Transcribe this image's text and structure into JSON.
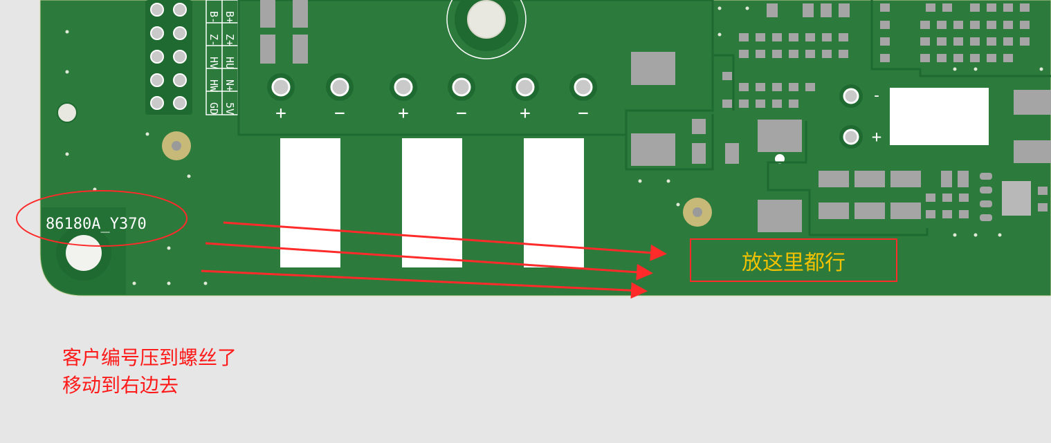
{
  "board": {
    "customer_code": "86180A_Y370",
    "connector_labels": [
      "B+",
      "Z+",
      "HU",
      "N+",
      "5V",
      "B-",
      "Z-",
      "HV",
      "HW",
      "GD"
    ],
    "polarity_marks": [
      "+",
      "−",
      "+",
      "−",
      "+",
      "−"
    ],
    "cap_polarity_minus": "-",
    "cap_polarity_plus": "+",
    "colors": {
      "pcb_green": "#2c7a3c",
      "pcb_border": "#1f6a30",
      "copper_trace": "#25753a",
      "pad_gray": "#a5a5a5",
      "silkscreen": "#ffffff",
      "mounting_pad": "#c7ba78",
      "annotation_red": "#ff2a2a",
      "target_text": "#f2c200"
    }
  },
  "annotation": {
    "target_label": "放这里都行",
    "note_line1": "客户编号压到螺丝了",
    "note_line2": "移动到右边去"
  }
}
